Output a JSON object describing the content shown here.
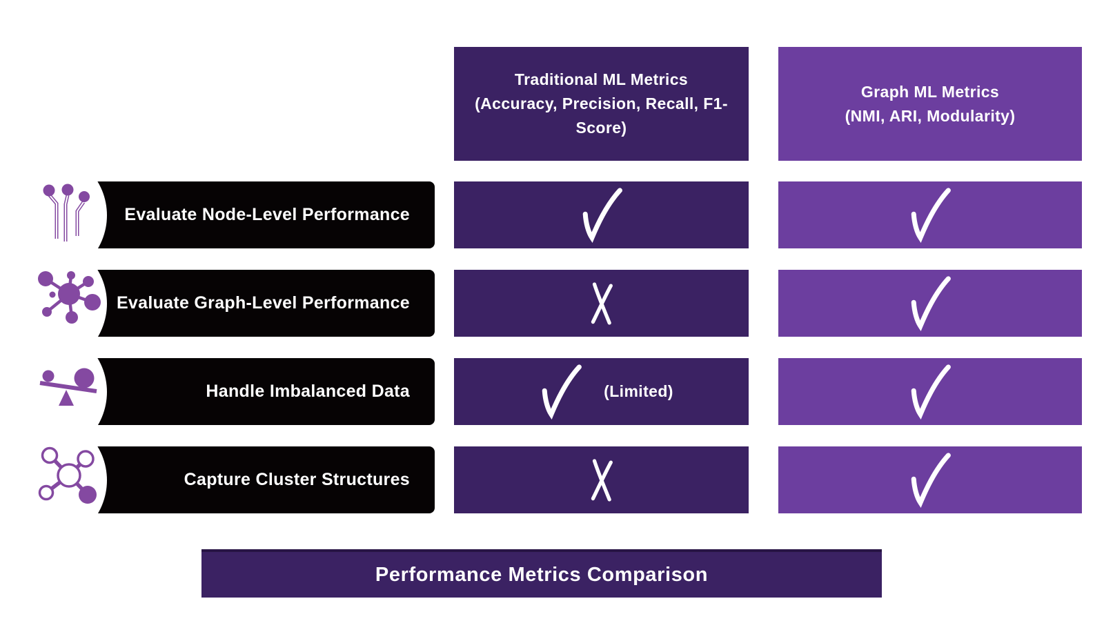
{
  "colors": {
    "dark-purple": "#3B2263",
    "medium-purple": "#6C3E9F",
    "near-black": "#060304",
    "icon-purple": "#8449A1",
    "text-white": "#FFFFFF"
  },
  "columns": [
    {
      "id": "traditional",
      "title": "Traditional ML Metrics",
      "subtitle": "(Accuracy, Precision, Recall, F1-Score)"
    },
    {
      "id": "graph",
      "title": "Graph ML Metrics",
      "subtitle": "(NMI, ARI, Modularity)"
    }
  ],
  "rows": [
    {
      "label": "Evaluate Node-Level Performance",
      "icon": "node-level-icon",
      "cells": {
        "traditional": {
          "mark": "check",
          "note": ""
        },
        "graph": {
          "mark": "check",
          "note": ""
        }
      }
    },
    {
      "label": "Evaluate Graph-Level Performance",
      "icon": "graph-network-icon",
      "cells": {
        "traditional": {
          "mark": "x",
          "note": ""
        },
        "graph": {
          "mark": "check",
          "note": ""
        }
      }
    },
    {
      "label": "Handle Imbalanced Data",
      "icon": "imbalance-scale-icon",
      "cells": {
        "traditional": {
          "mark": "check",
          "note": "(Limited)"
        },
        "graph": {
          "mark": "check",
          "note": ""
        }
      }
    },
    {
      "label": "Capture Cluster Structures",
      "icon": "cluster-icon",
      "cells": {
        "traditional": {
          "mark": "x",
          "note": ""
        },
        "graph": {
          "mark": "check",
          "note": ""
        }
      }
    }
  ],
  "footer": {
    "title": "Performance Metrics Comparison"
  }
}
